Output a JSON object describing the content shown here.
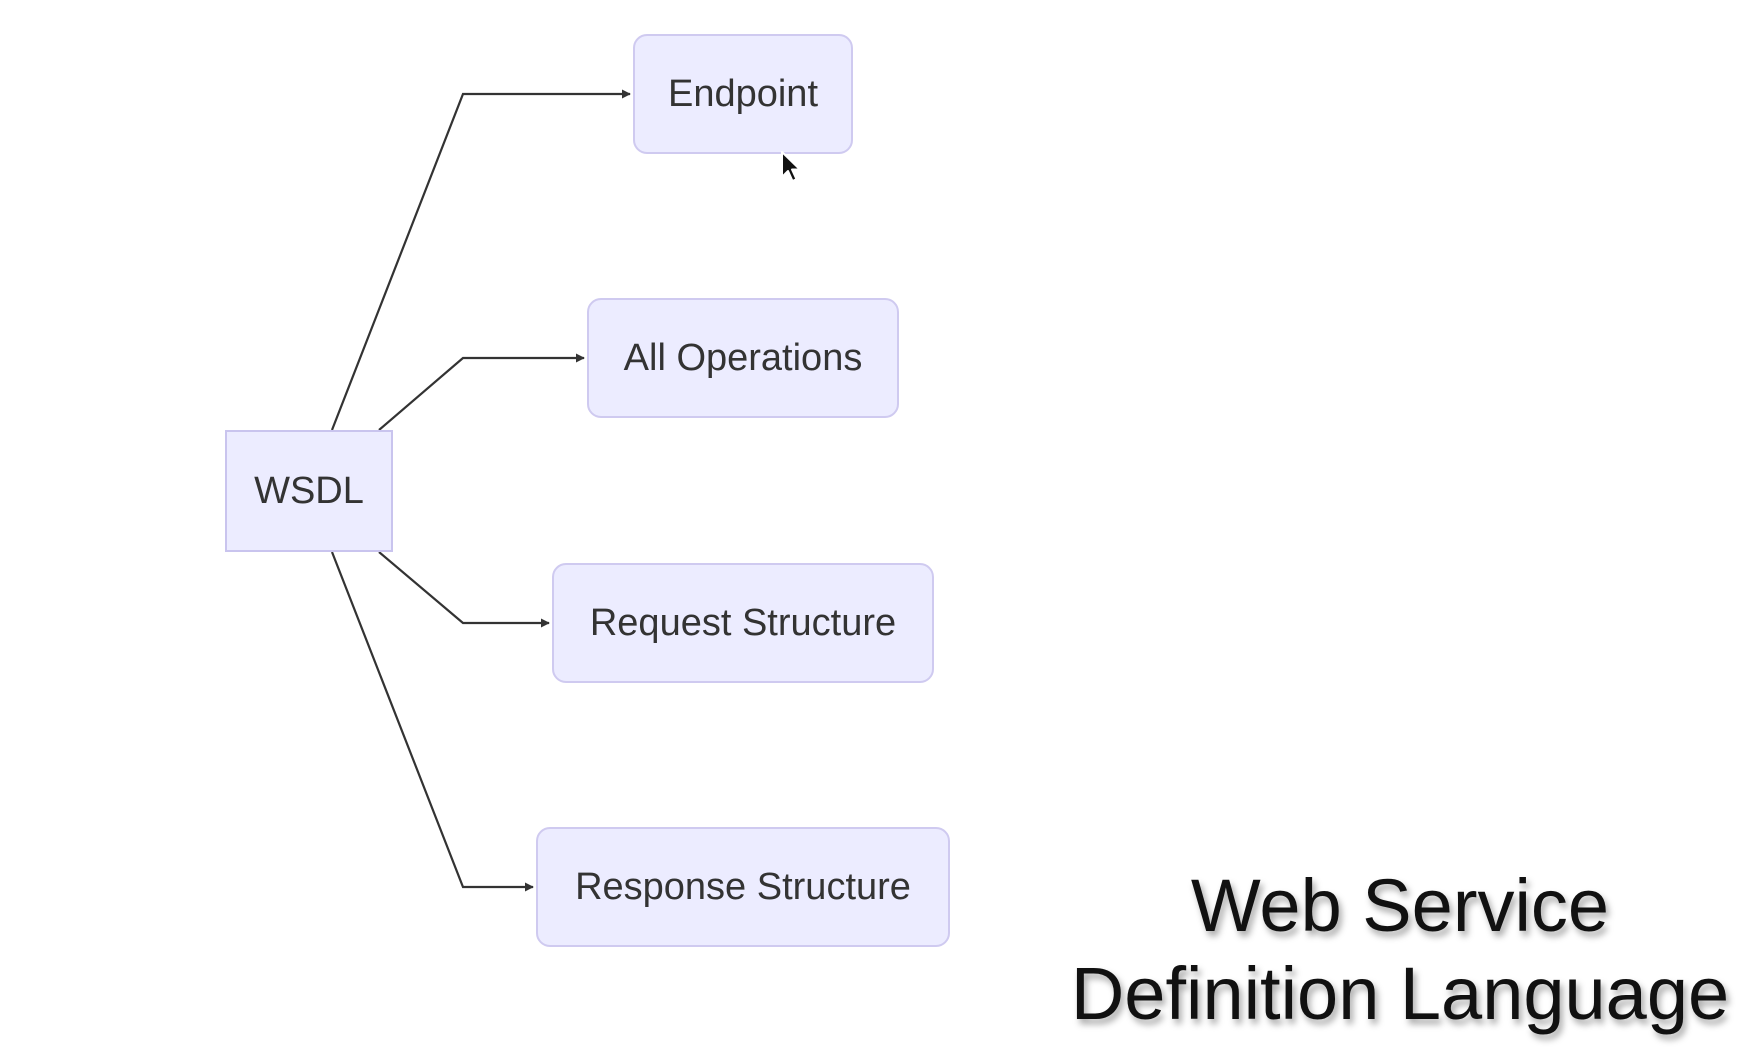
{
  "diagram": {
    "root": {
      "label": "WSDL"
    },
    "children": [
      {
        "label": "Endpoint"
      },
      {
        "label": "All Operations"
      },
      {
        "label": "Request Structure"
      },
      {
        "label": "Response Structure"
      }
    ]
  },
  "caption": {
    "line1": "Web Service",
    "line2": "Definition Language"
  },
  "colors": {
    "node_fill": "#ECECFF",
    "node_border": "#CFCAF0",
    "edge": "#333333",
    "text": "#333333"
  },
  "icons": {
    "cursor": "mouse-pointer-icon"
  }
}
